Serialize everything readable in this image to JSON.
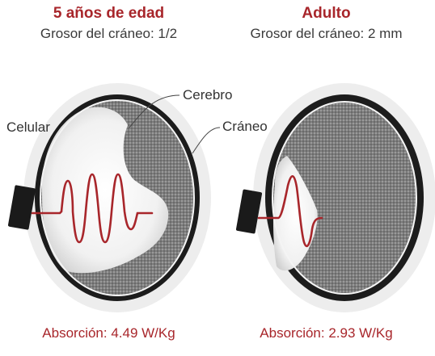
{
  "left_panel": {
    "title": "5 años de edad",
    "subtitle": "Grosor del cráneo: 1/2",
    "absorption": "Absorción: 4.49 W/Kg"
  },
  "right_panel": {
    "title": "Adulto",
    "subtitle": "Grosor del cráneo: 2 mm",
    "absorption": "Absorción: 2.93 W/Kg"
  },
  "labels": {
    "brain": "Cerebro",
    "phone": "Celular",
    "skull": "Cráneo"
  },
  "colors": {
    "accent": "#a8262b",
    "wave": "#a8262b",
    "skull": "#1c1c1c",
    "text": "#333333"
  }
}
